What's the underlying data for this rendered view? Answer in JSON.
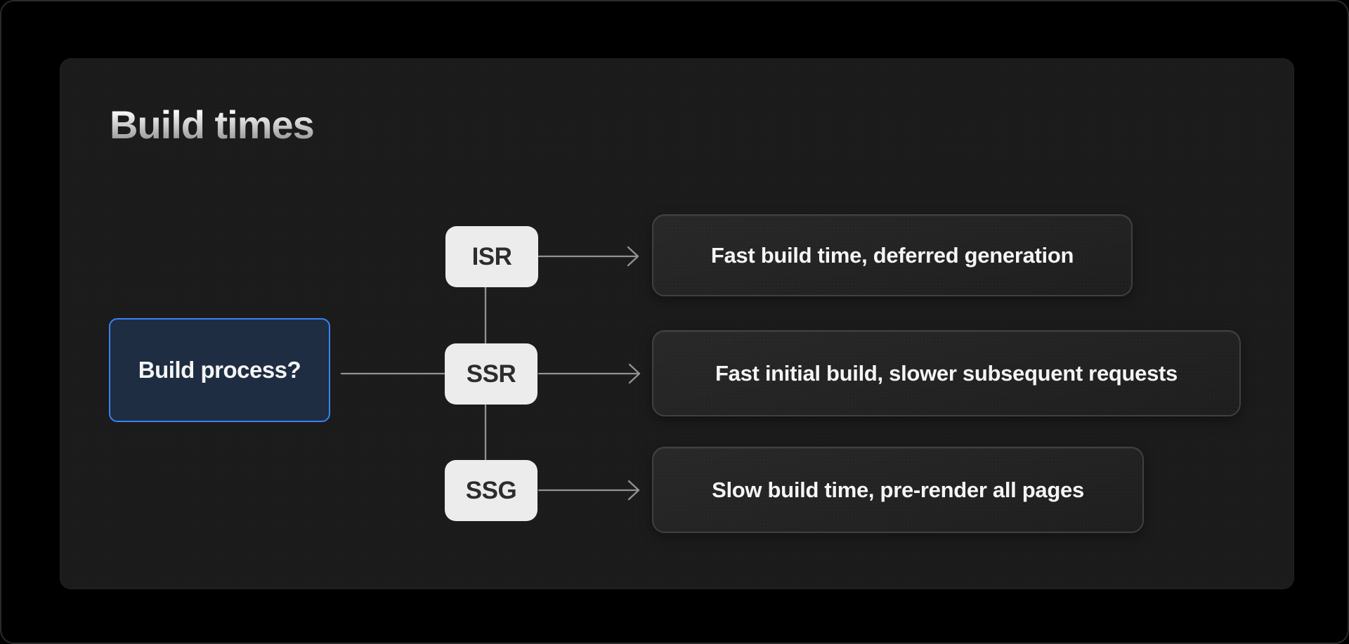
{
  "page": {
    "title": "Build times"
  },
  "diagram": {
    "question": {
      "label": "Build process?"
    },
    "branches": [
      {
        "node": "ISR",
        "outcome": "Fast build time, deferred generation"
      },
      {
        "node": "SSR",
        "outcome": "Fast initial build, slower subsequent requests"
      },
      {
        "node": "SSG",
        "outcome": "Slow build time, pre-render all pages"
      }
    ]
  },
  "colors": {
    "page_bg": "#000000",
    "frame_border": "#2a2a2a",
    "card_bg": "#1b1b1c",
    "accent_blue": "#3b82f6",
    "question_fill": "#1e2d42",
    "node_fill": "#ececec",
    "node_text": "#2d2d2d",
    "result_border": "#404040",
    "arrow": "#929292",
    "title_top": "#fafafa",
    "title_bottom": "#8a8a8a",
    "text": "#f5f5f5"
  }
}
